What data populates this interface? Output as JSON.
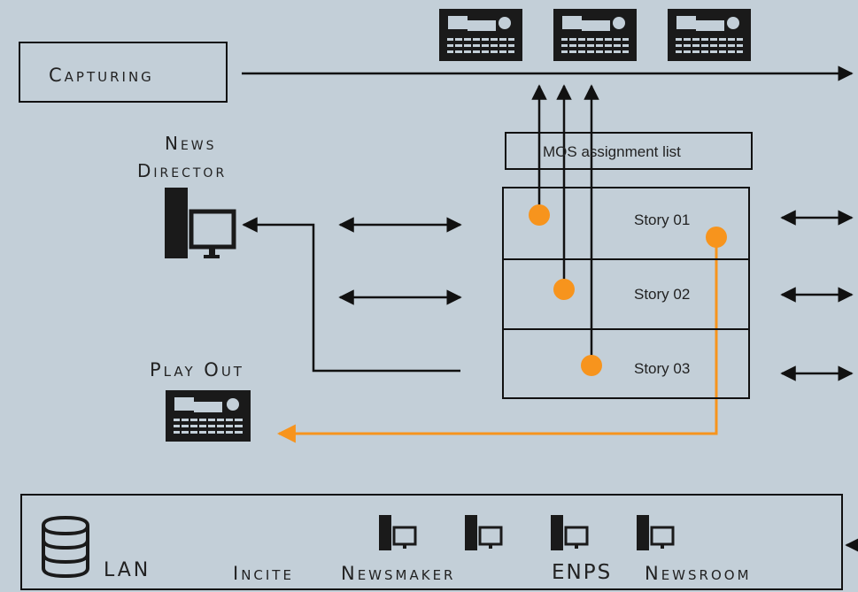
{
  "capturing": {
    "label": "Capturing"
  },
  "news_director": {
    "line1": "News",
    "line2": "Director"
  },
  "play_out": {
    "label": "Play Out"
  },
  "mos_list": {
    "label": "MOS assignment list"
  },
  "stories": [
    {
      "label": "Story 01"
    },
    {
      "label": "Story 02"
    },
    {
      "label": "Story 03"
    }
  ],
  "lan": {
    "label": "LAN",
    "systems": [
      "Incite",
      "Newsmaker",
      "ENPS",
      "Newsroom"
    ]
  },
  "colors": {
    "background": "#c3cfd8",
    "line": "#111111",
    "accent": "#f7941d",
    "device": "#1a1a1a"
  },
  "icons": [
    "recording-deck-icon",
    "workstation-icon",
    "database-icon"
  ]
}
